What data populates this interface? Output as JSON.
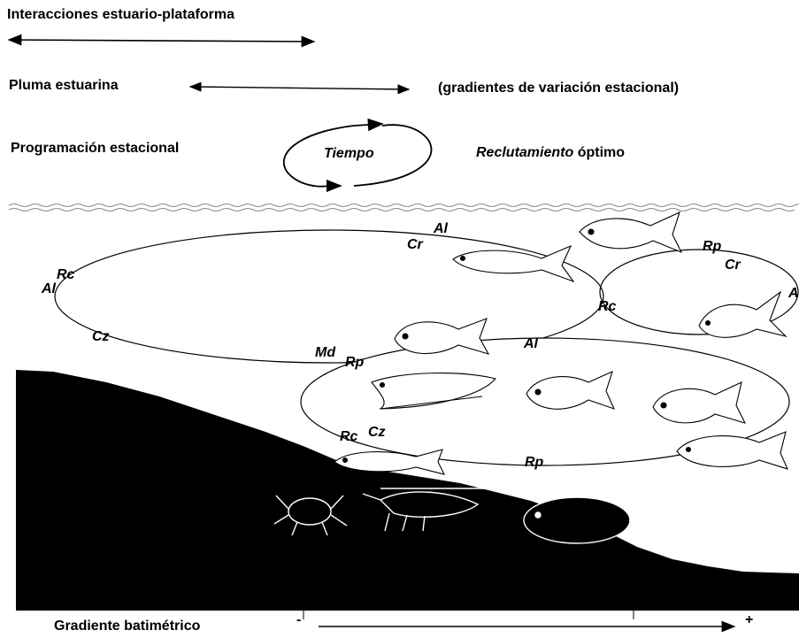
{
  "header": {
    "interactions": "Interacciones estuario-plataforma",
    "plume": "Pluma estuarina",
    "gradients": "(gradientes de variación estacional)",
    "programming": "Programación estacional",
    "time": "Tiempo",
    "recruitment_italic": "Reclutamiento",
    "recruitment_rest": " óptimo"
  },
  "codes": {
    "ellipse_left": {
      "al_top": "Al",
      "cr_top": "Cr",
      "rc_left": "Rc",
      "al_left": "Al",
      "cz_left": "Cz",
      "md": "Md"
    },
    "ellipse_right": {
      "rp": "Rp",
      "cr": "Cr",
      "a": "A",
      "rc": "Rc"
    },
    "ellipse_bottom": {
      "rp_top": "Rp",
      "al_top": "Al",
      "rc": "Rc",
      "cz": "Cz",
      "rp_bottom": "Rp"
    }
  },
  "footer": {
    "bathymetric": "Gradiente batimétrico",
    "minus": "-",
    "plus": "+"
  },
  "organisms": [
    "fish-icon",
    "eel-icon",
    "crab-icon",
    "shrimp-icon",
    "flatfish-icon",
    "catfish-icon"
  ]
}
